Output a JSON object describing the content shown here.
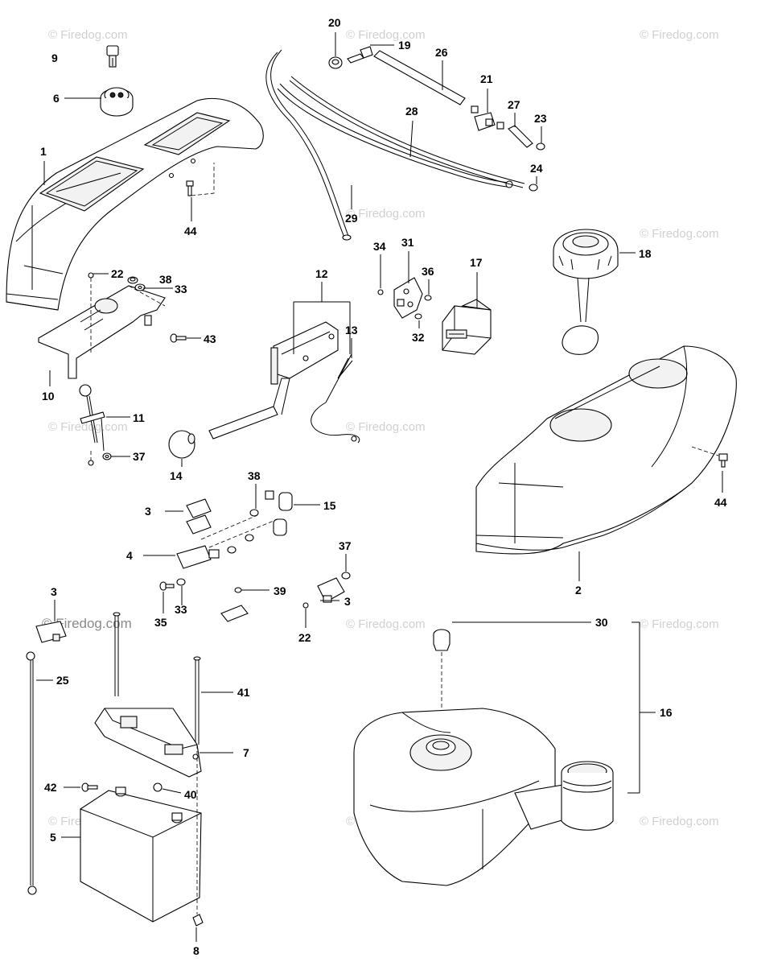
{
  "watermark": {
    "text": "© Firedog.com"
  },
  "callouts": {
    "c1": "1",
    "c2": "2",
    "c3": "3",
    "c4": "4",
    "c5": "5",
    "c6": "6",
    "c7": "7",
    "c8": "8",
    "c9": "9",
    "c10": "10",
    "c11": "11",
    "c12": "12",
    "c13": "13",
    "c14": "14",
    "c15": "15",
    "c16": "16",
    "c17": "17",
    "c18": "18",
    "c19": "19",
    "c20": "20",
    "c21": "21",
    "c22": "22",
    "c23": "23",
    "c24": "24",
    "c25": "25",
    "c26": "26",
    "c27": "27",
    "c28": "28",
    "c29": "29",
    "c30": "30",
    "c31": "31",
    "c32": "32",
    "c33": "33",
    "c34": "34",
    "c35": "35",
    "c36": "36",
    "c37": "37",
    "c38": "38",
    "c39": "39",
    "c40": "40",
    "c41": "41",
    "c42": "42",
    "c43": "43",
    "c44": "44"
  }
}
